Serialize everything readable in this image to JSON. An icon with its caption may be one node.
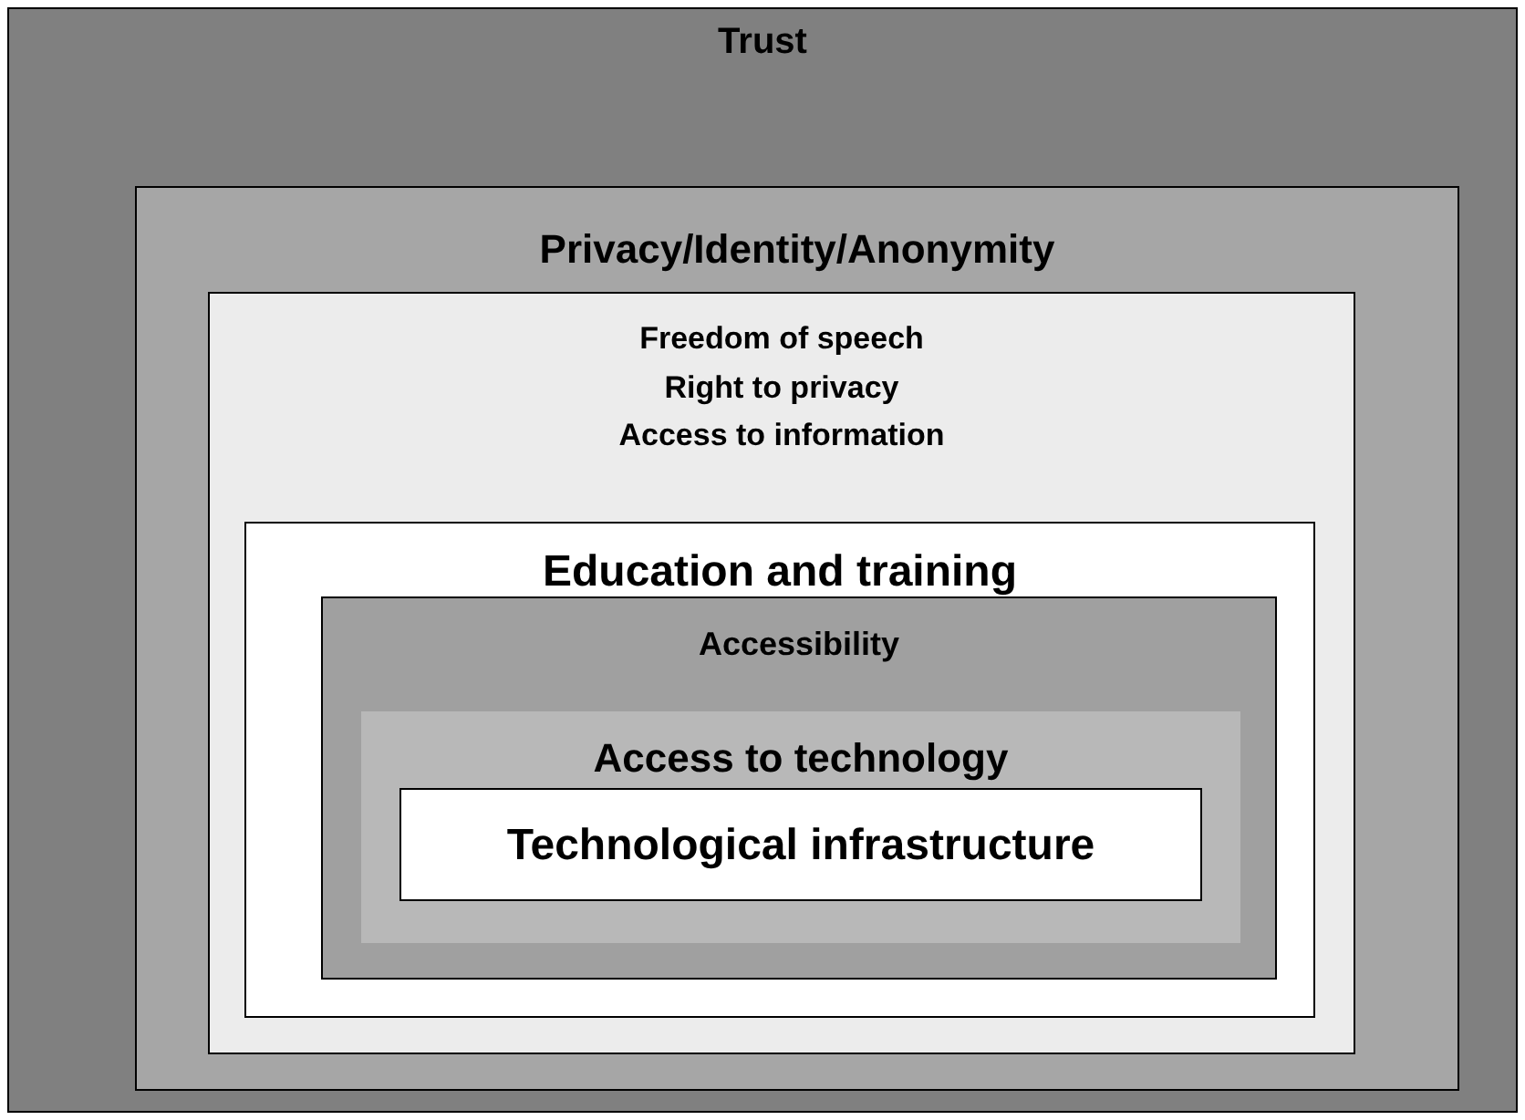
{
  "diagram": {
    "nodes": [
      {
        "text": [
          "Trust"
        ]
      },
      {
        "text": [
          "Privacy/Identity/Anonymity"
        ],
        "in": 0
      },
      {
        "text": [
          "Freedom of speech",
          "Right to privacy",
          "Access to information"
        ],
        "in": 1
      },
      {
        "text": [
          "Education and training"
        ],
        "in": 2
      },
      {
        "text": [
          "Accessibility"
        ],
        "in": 3
      },
      {
        "text": [
          "Access to technology"
        ],
        "in": 4
      },
      {
        "text": [
          "Technological infrastructure"
        ],
        "in": 5
      }
    ]
  }
}
